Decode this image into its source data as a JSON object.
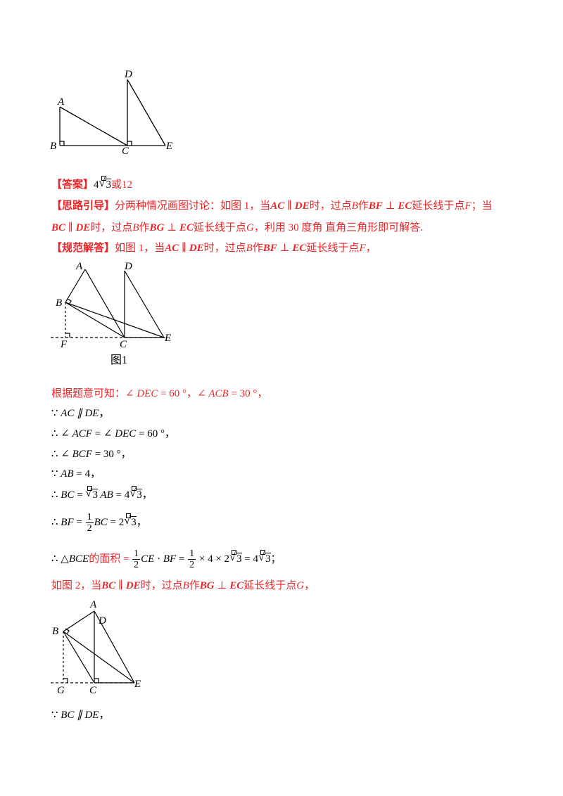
{
  "figure_top": {
    "labels": {
      "A": "A",
      "B": "B",
      "C": "C",
      "D": "D",
      "E": "E"
    }
  },
  "answer": {
    "tag": "【答案】",
    "value_prefix": "4",
    "radicand": "3",
    "or": "或",
    "alt": "12"
  },
  "hint": {
    "tag": "【思路引导】",
    "l1_a": "分两种情况画图讨论：如图 1，当",
    "l1_ac": "AC",
    "l1_par": " ∥ ",
    "l1_de": "DE",
    "l1_b": "时，过点",
    "l1_pt": "B",
    "l1_c": "作",
    "l1_bf": "BF",
    "l1_perp": " ⊥ ",
    "l1_ec": "EC",
    "l1_d": "延长线于点",
    "l1_f": "F",
    "l1_e": "；当",
    "l2_bc": "BC",
    "l2_par": " ∥ ",
    "l2_de": "DE",
    "l2_a": "时，过点",
    "l2_pt": "B",
    "l2_b": "作",
    "l2_bg": "BG",
    "l2_perp": " ⊥ ",
    "l2_ec": "EC",
    "l2_c": "延长线于点",
    "l2_g": "G",
    "l2_d": "，利用 30 度角  直角三角形即可解答."
  },
  "solution": {
    "tag": "【规范解答】",
    "s1_a": "如图 1，当",
    "s1_ac": "AC",
    "s1_par": " ∥ ",
    "s1_de": "DE",
    "s1_b": "时，过点",
    "s1_pt": "B",
    "s1_c": "作",
    "s1_bf": "BF",
    "s1_perp": " ⊥ ",
    "s1_ec": "EC",
    "s1_d": "延长线于点",
    "s1_f": "F",
    "s1_e": "，"
  },
  "figure1": {
    "labels": {
      "A": "A",
      "B": "B",
      "C": "C",
      "D": "D",
      "E": "E",
      "F": "F"
    },
    "caption": "图1"
  },
  "steps": {
    "l1_a": "根据题意可知：∠ ",
    "l1_dec": "DEC",
    "l1_b": " = 60 °，∠ ",
    "l1_acb": "ACB",
    "l1_c": " = 30 °，",
    "l2_sym": "∵ ",
    "l2_m": "AC ∥ DE",
    "l2_e": "，",
    "l3_sym": "∴ ∠ ",
    "l3_acf": "ACF",
    "l3_a": " = ∠ ",
    "l3_dec": "DEC",
    "l3_b": " = 60 °，",
    "l4_sym": "∴ ∠ ",
    "l4_bcf": "BCF",
    "l4_a": " = 30 °，",
    "l5_sym": "∵ ",
    "l5_ab": "AB",
    "l5_a": " = 4，",
    "l6_sym": "∴ ",
    "l6_bc": "BC",
    "l6_eq": " = ",
    "l6_r": "3",
    "l6_ab": " AB",
    "l6_eq2": " = 4",
    "l6_r2": "3",
    "l6_end": "，",
    "l7_sym": "∴ ",
    "l7_bf": "BF",
    "l7_eq": " = ",
    "l7_num": "1",
    "l7_den": "2",
    "l7_bc": "BC",
    "l7_eq2": " = 2",
    "l7_r": "3",
    "l7_end": "，",
    "l8_sym": "∴ △",
    "l8_bce": "BCE",
    "l8_a": "的面积 = ",
    "l8_num": "1",
    "l8_den": "2",
    "l8_ce": "CE",
    "l8_dot": " · ",
    "l8_bf": "BF",
    "l8_eq": " = ",
    "l8_num2": "1",
    "l8_den2": "2",
    "l8_mul": " × 4 × 2",
    "l8_r": "3",
    "l8_eq2": " = 4",
    "l8_r2": "3",
    "l8_end": "；"
  },
  "case2": {
    "a": "如图 2，当",
    "bc": "BC",
    "par": " ∥ ",
    "de": "DE",
    "b": "时，过点",
    "pt": "B",
    "c": "作",
    "bg": "BG",
    "perp": " ⊥ ",
    "ec": "EC",
    "d": "延长线于点",
    "g": "G",
    "e": "，"
  },
  "figure2": {
    "labels": {
      "A": "A",
      "B": "B",
      "C": "C",
      "D": "D",
      "E": "E",
      "G": "G"
    }
  },
  "final": {
    "sym": "∵ ",
    "m": "BC ∥ DE",
    "e": "，"
  }
}
